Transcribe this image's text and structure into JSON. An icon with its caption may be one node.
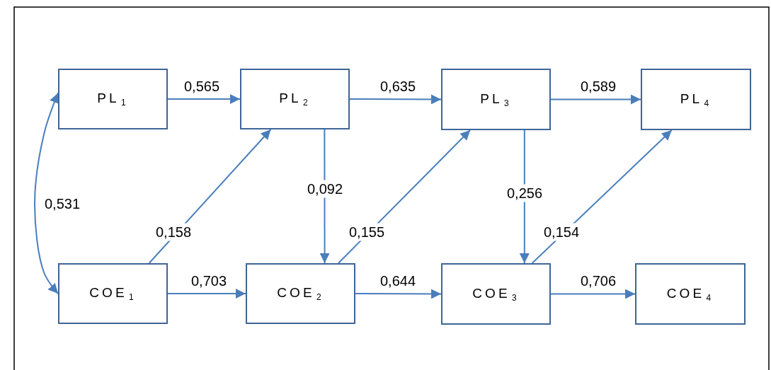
{
  "diagram": {
    "nodes": [
      {
        "text": [
          "PL$_{1}$"
        ]
      },
      {
        "text": [
          "PL$_{2}$"
        ]
      },
      {
        "text": [
          "PL$_{3}$"
        ]
      },
      {
        "text": [
          "PL$_{4}$"
        ]
      },
      {
        "text": [
          "COE$_{1}$"
        ]
      },
      {
        "text": [
          "COE$_{2}$"
        ]
      },
      {
        "text": [
          "COE$_{3}$"
        ]
      },
      {
        "text": [
          "COE$_{4}$"
        ]
      }
    ],
    "edges": [
      {
        "from": 0,
        "to": 1,
        "arrow": "to",
        "label": "0,565"
      },
      {
        "from": 1,
        "to": 2,
        "arrow": "to",
        "label": "0,635"
      },
      {
        "from": 2,
        "to": 3,
        "arrow": "to",
        "label": "0,589"
      },
      {
        "from": 4,
        "to": 5,
        "arrow": "to",
        "label": "0,703"
      },
      {
        "from": 5,
        "to": 6,
        "arrow": "to",
        "label": "0,644"
      },
      {
        "from": 6,
        "to": 7,
        "arrow": "to",
        "label": "0,706"
      },
      {
        "from": 4,
        "to": 1,
        "arrow": "to",
        "label": "0,158"
      },
      {
        "from": 1,
        "to": 5,
        "arrow": "to",
        "label": "0,092"
      },
      {
        "from": 5,
        "to": 2,
        "arrow": "to",
        "label": "0,155"
      },
      {
        "from": 2,
        "to": 6,
        "arrow": "to",
        "label": "0,256"
      },
      {
        "from": 6,
        "to": 3,
        "arrow": "to",
        "label": "0,154"
      },
      {
        "from": 0,
        "to": 4,
        "arrow": "both",
        "label": "0,531"
      }
    ]
  }
}
